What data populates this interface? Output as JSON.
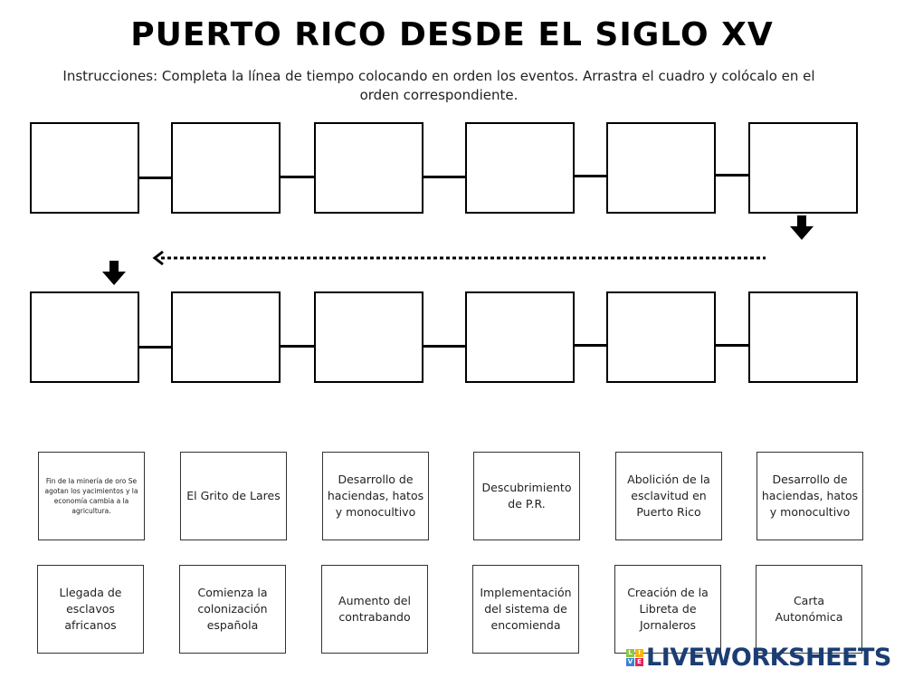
{
  "title": "PUERTO RICO DESDE EL SIGLO XV",
  "instructions": "Instrucciones: Completa la línea de tiempo colocando en orden los eventos. Arrastra el cuadro y colócalo en el orden correspondiente.",
  "cards_row1": [
    "Fin de la minería de oro Se agotan los yacimientos y la economía cambia a la agricultura.",
    "El Grito de Lares",
    "Desarrollo de haciendas, hatos y monocultivo",
    "Descubrimiento de P.R.",
    "Abolición de la esclavitud en Puerto Rico",
    "Desarrollo de haciendas, hatos y monocultivo"
  ],
  "cards_row2": [
    "Llegada de esclavos africanos",
    "Comienza la colonización española",
    "Aumento del contrabando",
    "Implementación del sistema de encomienda",
    "Creación de la Libreta de Jornaleros",
    "Carta Autonómica"
  ],
  "logo": {
    "text": "LIVEWORKSHEETS",
    "letters": [
      "L",
      "I",
      "V",
      "E"
    ],
    "colors": [
      "#8cc63f",
      "#f7b500",
      "#3b82d6",
      "#e0245e"
    ]
  }
}
